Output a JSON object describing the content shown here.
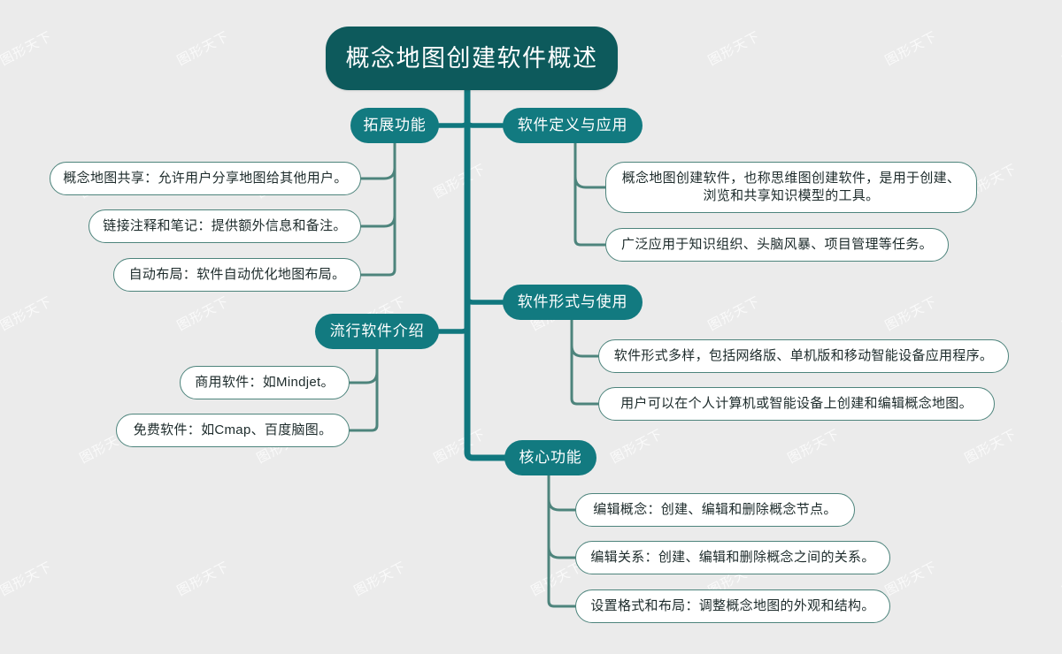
{
  "document": {
    "title": "概念地图创建软件概述",
    "type": "mindmap",
    "background_color": "#ebebeb",
    "watermark_text": "图形天下"
  },
  "palette": {
    "root_fill": "#0d5a5c",
    "branch_fill": "#127a80",
    "leaf_fill": "#ffffff",
    "leaf_border": "#4d847c",
    "trunk_line": "#10777e",
    "leaf_line": "#4d847c",
    "root_text": "#ffffff",
    "branch_text": "#ffffff",
    "leaf_text": "#1d2b2b"
  },
  "root": {
    "label": "概念地图创建软件概述"
  },
  "branches": [
    {
      "id": "expand",
      "label": "拓展功能",
      "side": "left",
      "children": [
        {
          "label": "概念地图共享：允许用户分享地图给其他用户。"
        },
        {
          "label": "链接注释和笔记：提供额外信息和备注。"
        },
        {
          "label": "自动布局：软件自动优化地图布局。"
        }
      ]
    },
    {
      "id": "popular",
      "label": "流行软件介绍",
      "side": "left",
      "children": [
        {
          "label": "商用软件：如Mindjet。"
        },
        {
          "label": "免费软件：如Cmap、百度脑图。"
        }
      ]
    },
    {
      "id": "definition",
      "label": "软件定义与应用",
      "side": "right",
      "children": [
        {
          "label": "概念地图创建软件，也称思维图创建软件，是用于创建、\n浏览和共享知识模型的工具。"
        },
        {
          "label": "广泛应用于知识组织、头脑风暴、项目管理等任务。"
        }
      ]
    },
    {
      "id": "form",
      "label": "软件形式与使用",
      "side": "right",
      "children": [
        {
          "label": "软件形式多样，包括网络版、单机版和移动智能设备应用程序。"
        },
        {
          "label": "用户可以在个人计算机或智能设备上创建和编辑概念地图。"
        }
      ]
    },
    {
      "id": "core",
      "label": "核心功能",
      "side": "right",
      "children": [
        {
          "label": "编辑概念：创建、编辑和删除概念节点。"
        },
        {
          "label": "编辑关系：创建、编辑和删除概念之间的关系。"
        },
        {
          "label": "设置格式和布局：调整概念地图的外观和结构。"
        }
      ]
    }
  ]
}
